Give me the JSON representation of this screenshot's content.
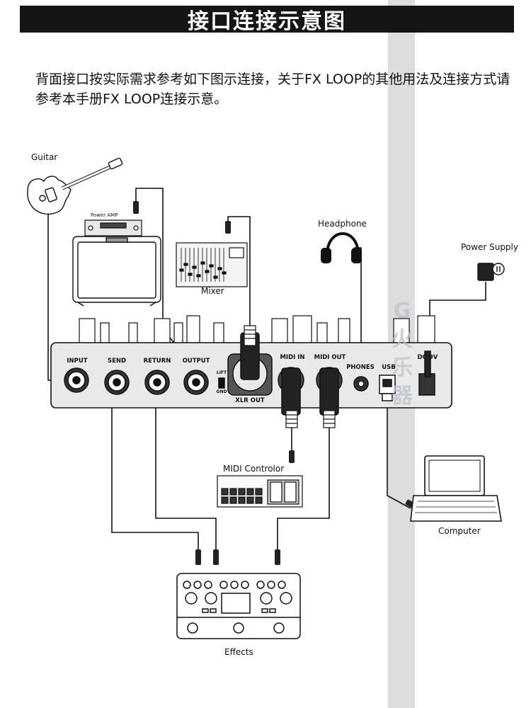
{
  "title": "接口连接示意图",
  "intro": "背面接口按实际需求参考如下图示连接，关于FX LOOP的其他用法及连接方式请参考本手册FX LOOP连接示意。",
  "devices": {
    "guitar": "Guitar",
    "power_amp": "Power AMP",
    "mixer": "Mixer",
    "headphone": "Headphone",
    "power_supply": "Power Supply",
    "midi_controller": "MIDI Controlor",
    "computer": "Computer",
    "effects": "Effects"
  },
  "ports": {
    "input": "INPUT",
    "send": "SEND",
    "return": "RETURN",
    "output": "OUTPUT",
    "lift": "LIFT",
    "gnd": "GND",
    "xlr_out": "XLR OUT",
    "midi_in": "MIDI IN",
    "midi_out": "MIDI OUT",
    "phones": "PHONES",
    "usb": "USB",
    "dc": "DC 9V"
  },
  "watermark": "G 火乐器"
}
